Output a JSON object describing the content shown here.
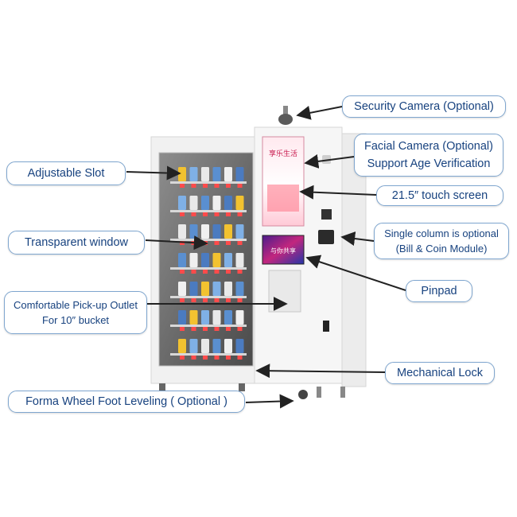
{
  "callouts": {
    "security_camera": "Security Camera (Optional)",
    "facial_camera": "Facial Camera (Optional)",
    "age_verification": "Support Age Verification",
    "adjustable_slot": "Adjustable Slot",
    "touch_screen": "21.5″ touch screen",
    "transparent_window": "Transparent window",
    "single_column": "Single column is optional",
    "bill_coin": "(Bill & Coin Module)",
    "pinpad": "Pinpad",
    "pickup_outlet": "Comfortable Pick-up Outlet",
    "bucket": "For 10″ bucket",
    "mechanical_lock": "Mechanical Lock",
    "wheel_foot": "Forma Wheel Foot Leveling ( Optional )"
  },
  "screen_text": {
    "poster_heading": "享乐生活",
    "lower_screen": "与你共享"
  },
  "colors": {
    "callout_text": "#17427f",
    "callout_border": "#7fa6cf",
    "machine_body": "#f4f4f4",
    "arrow": "#222222"
  }
}
